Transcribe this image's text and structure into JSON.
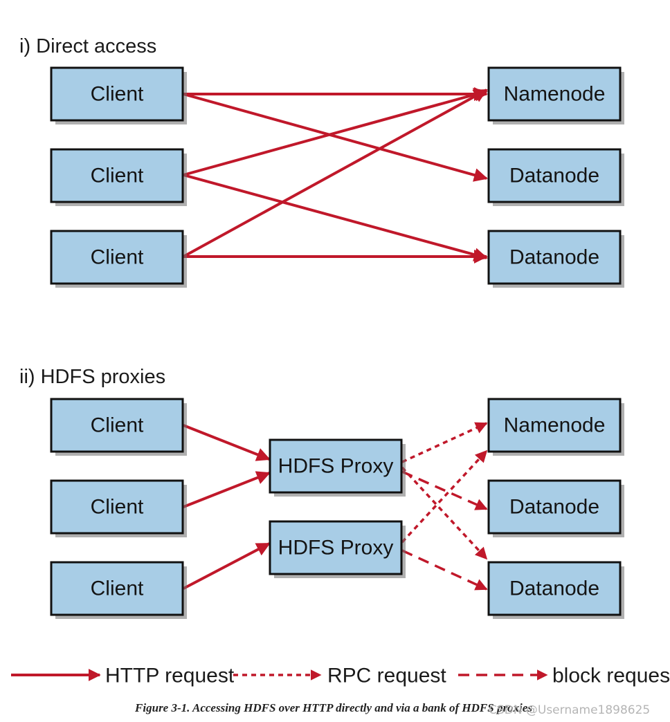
{
  "colors": {
    "box_fill": "#a8cde6",
    "box_border": "#111111",
    "arrow": "#c0182a",
    "text": "#141414"
  },
  "sections": {
    "direct": {
      "title": "i) Direct access",
      "clients": [
        "Client",
        "Client",
        "Client"
      ],
      "servers": [
        "Namenode",
        "Datanode",
        "Datanode"
      ]
    },
    "proxies": {
      "title": "ii) HDFS proxies",
      "clients": [
        "Client",
        "Client",
        "Client"
      ],
      "proxies": [
        "HDFS Proxy",
        "HDFS Proxy"
      ],
      "servers": [
        "Namenode",
        "Datanode",
        "Datanode"
      ]
    }
  },
  "legend": {
    "http": "HTTP request",
    "rpc": "RPC request",
    "block": "block request"
  },
  "caption": "Figure 3-1. Accessing HDFS over HTTP directly and via a bank of HDFS proxies",
  "watermark": "CSDN @Username1898625"
}
